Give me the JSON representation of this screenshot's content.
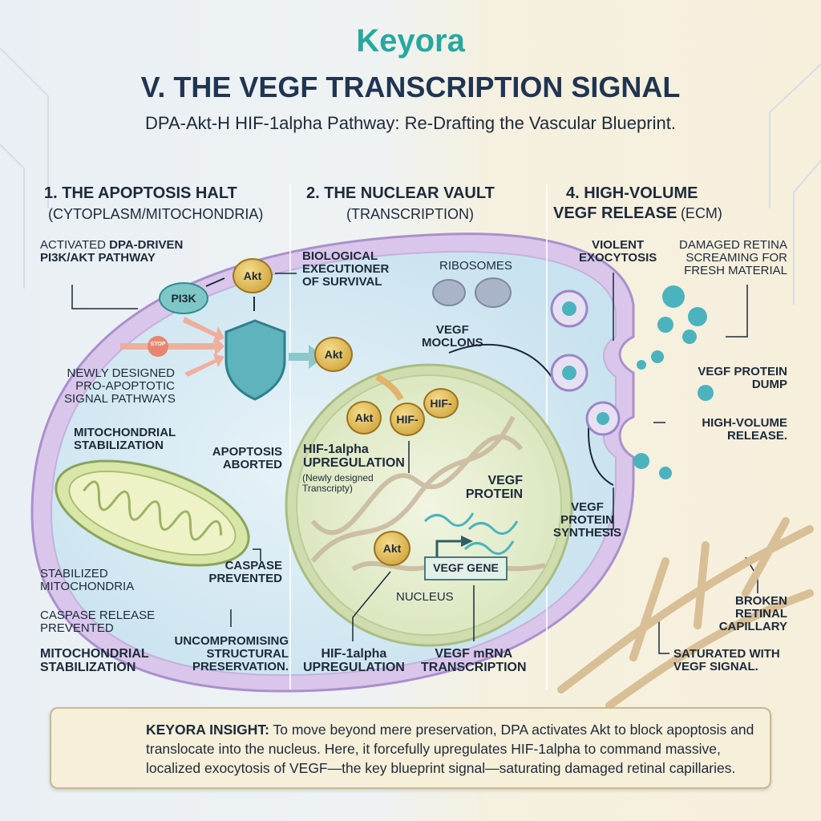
{
  "header": {
    "logo": "Keyora",
    "title": "V. THE VEGF TRANSCRIPTION SIGNAL",
    "subtitle": "DPA-Akt-H HIF-1alpha Pathway: Re-Drafting the Vascular Blueprint."
  },
  "sections": [
    {
      "title": "1. THE APOPTOSIS HALT",
      "subtitle": "(CYTOPLASM/MITOCHONDRIA)"
    },
    {
      "title": "2. THE NUCLEAR VAULT",
      "subtitle": "(TRANSCRIPTION)"
    },
    {
      "title_line1": "4. HIGH-VOLUME",
      "title_line2": "VEGF RELEASE",
      "subtitle": "(ECM)"
    }
  ],
  "labels": {
    "activated_prefix": "ACTIVATED ",
    "activated_bold": "DPA-DRIVEN",
    "activated_line2": "PI3K/AKT PATHWAY",
    "executioner": [
      "BIOLOGICAL",
      "EXECUTIONER",
      "OF SURVIVAL"
    ],
    "newly_designed": [
      "NEWLY DESIGNED",
      "PRO-APOPTOTIC",
      "SIGNAL PATHWAYS"
    ],
    "mito_stab_top": [
      "MITOCHONDRIAL",
      "STABILIZATION"
    ],
    "apoptosis_aborted": [
      "APOPTOSIS",
      "ABORTED"
    ],
    "caspase_prevented": [
      "CASPASE",
      "PREVENTED"
    ],
    "stabilized_mito": [
      "STABILIZED",
      "MITOCHONDRIA"
    ],
    "caspase_release": [
      "CASPASE RELEASE",
      "PREVENTED"
    ],
    "mito_stab_bottom": [
      "MITOCHONDRIAL",
      "STABILIZATION"
    ],
    "uncompromising": [
      "UNCOMPROMISING",
      "STRUCTURAL",
      "PRESERVATION."
    ],
    "ribosomes": "RIBOSOMES",
    "vegf_moclons": [
      "VEGF",
      "MOCLONS"
    ],
    "hif_upreg_inner": [
      "HIF-1alpha",
      "UPREGULATION"
    ],
    "hif_upreg_note": [
      "(Newly designed",
      "Transcripty)"
    ],
    "vegf_protein": [
      "VEGF",
      "PROTEIN"
    ],
    "vegf_gene": "VEGF GENE",
    "nucleus": "NUCLEUS",
    "hif_upreg_bottom": [
      "HIF-1alpha",
      "UPREGULATION"
    ],
    "vegf_mrna": [
      "VEGF mRNA",
      "TRANSCRIPTION"
    ],
    "violent_exocytosis": [
      "VIOLENT",
      "EXOCYTOSIS"
    ],
    "damaged_retina": [
      "DAMAGED RETINA",
      "SCREAMING FOR",
      "FRESH MATERIAL"
    ],
    "vegf_protein_dump": [
      "VEGF PROTEIN",
      "DUMP"
    ],
    "high_volume_release": [
      "HIGH-VOLUME",
      "RELEASE."
    ],
    "vegf_protein_synthesis": [
      "VEGF",
      "PROTEIN",
      "SYNTHESIS"
    ],
    "broken_capillary": [
      "BROKEN",
      "RETINAL",
      "CAPILLARY"
    ],
    "saturated": [
      "SATURATED WITH",
      "VEGF SIGNAL."
    ]
  },
  "molecules": {
    "pi3k": "PI3K",
    "akt": "Akt",
    "hif": "HIF-",
    "stop": "STOP"
  },
  "insight": {
    "label": "KEYORA INSIGHT:",
    "text": " To move beyond mere preservation, DPA activates Akt to block apoptosis and translocate into the nucleus. Here, it forcefully upregulates HIF-1alpha to command massive, localized exocytosis of VEGF—the key blueprint signal—saturating damaged retinal capillaries."
  },
  "colors": {
    "brand": "#27a89f",
    "title": "#1f3552",
    "membrane": "#b7a3d6",
    "akt": "#d9b24a",
    "teal": "#3a9aa6"
  }
}
